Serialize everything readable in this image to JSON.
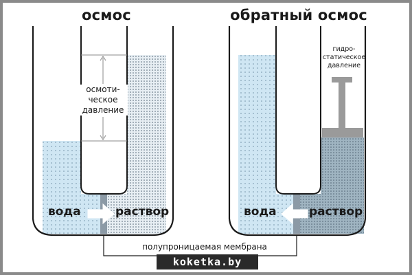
{
  "titles": {
    "osmosis": "осмос",
    "reverse_osmosis": "обратный осмос"
  },
  "left_diagram": {
    "pressure_label": "осмоти-\nческое\nдавление",
    "water_label": "вода",
    "solution_label": "раствор",
    "arrow_direction": "right"
  },
  "right_diagram": {
    "pressure_label": "гидро-\nстатическое\nдавление",
    "water_label": "вода",
    "solution_label": "раствор",
    "arrow_direction": "left"
  },
  "membrane_label": "полупроницаемая мембрана",
  "watermark": "koketka.by",
  "colors": {
    "water": "#cfe6f3",
    "solution": "#9fb4c1",
    "membrane": "#8c9aa6",
    "tube": "#1a1a1a",
    "arrow": "#ffffff"
  }
}
